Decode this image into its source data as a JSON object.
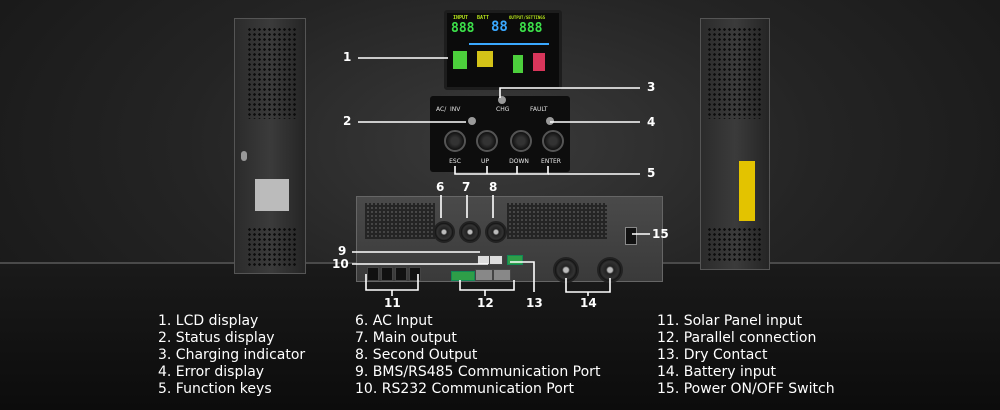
{
  "lcd": {
    "top_labels": [
      "INPUT",
      "BATT",
      "OUTPUT/SETTINGS"
    ],
    "digits_left": "888",
    "digits_mid": "88",
    "digits_right": "888"
  },
  "panel": {
    "led_labels": [
      "AC/",
      "INV",
      "CHG",
      "FAULT"
    ],
    "key_labels": [
      "ESC",
      "UP",
      "DOWN",
      "ENTER"
    ]
  },
  "callouts": [
    "1",
    "2",
    "3",
    "4",
    "5",
    "6",
    "7",
    "8",
    "9",
    "10",
    "11",
    "12",
    "13",
    "14",
    "15"
  ],
  "legend": {
    "col1": [
      "1. LCD display",
      "2. Status display",
      "3. Charging indicator",
      "4. Error display",
      "5. Function keys"
    ],
    "col2": [
      "6. AC Input",
      "7. Main output",
      "8. Second Output",
      "9. BMS/RS485 Communication Port",
      "10. RS232 Communication Port"
    ],
    "col3": [
      "11. Solar Panel input",
      "12. Parallel connection",
      "13. Dry Contact",
      "14. Battery input",
      "15. Power ON/OFF Switch"
    ]
  }
}
